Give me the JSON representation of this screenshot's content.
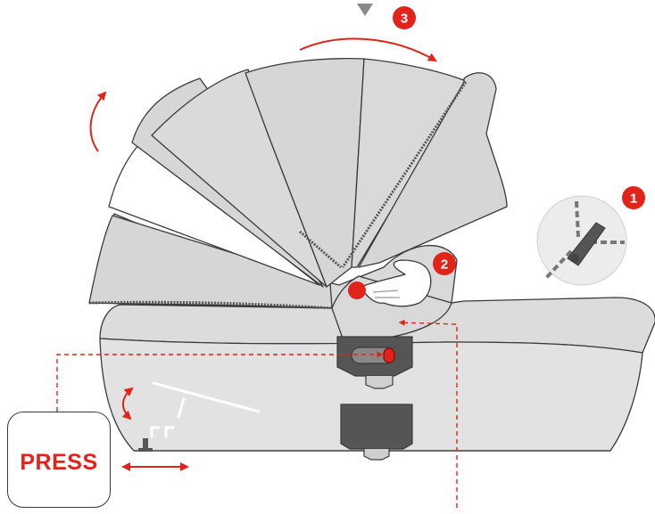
{
  "press_label": "PRESS",
  "steps": [
    {
      "number": "1"
    },
    {
      "number": "2"
    },
    {
      "number": "3"
    }
  ],
  "colors": {
    "accent": "#e2231a",
    "fabric": "#d6d6d6",
    "panel": "#e2e2e2",
    "outline": "#3a3a3a",
    "inset": "#ececec"
  }
}
